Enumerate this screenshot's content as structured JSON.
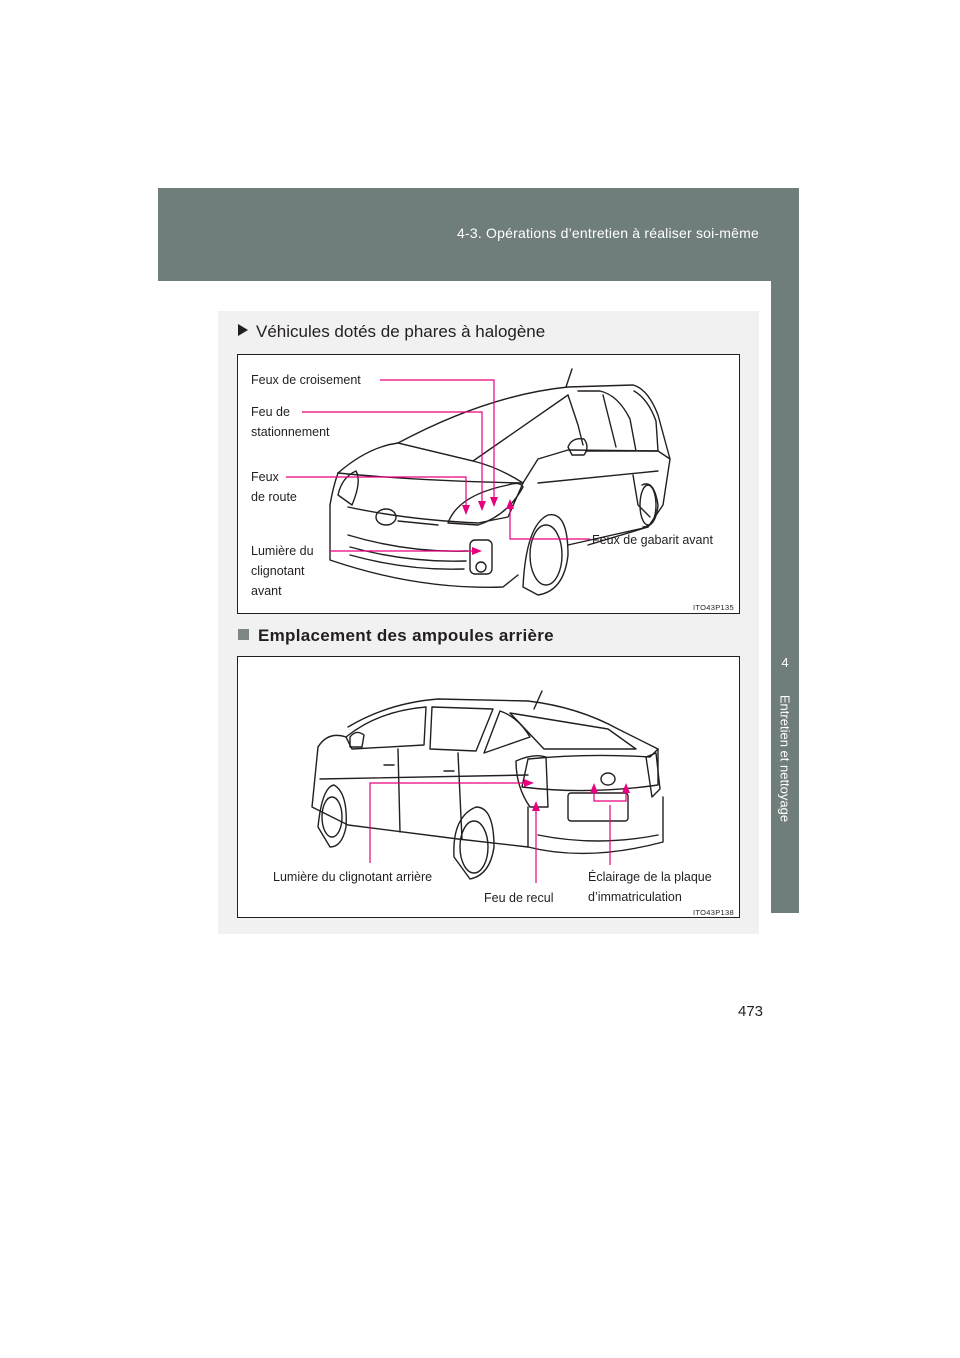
{
  "header": {
    "title": "4-3. Opérations d’entretien à réaliser soi-même"
  },
  "side_tab": {
    "number": "4",
    "label": "Entretien et nettoyage"
  },
  "content": {
    "subheading": "Véhicules dotés de phares à halogène",
    "figure1": {
      "code": "ITO43P135",
      "callouts": [
        "Feux de croisement",
        "Feu de\nstationnement",
        "Feux\nde route",
        "Lumière du\nclignotant\navant",
        "Feux de gabarit avant"
      ]
    },
    "section_heading": "Emplacement des ampoules arrière",
    "figure2": {
      "code": "ITO43P138",
      "callouts": [
        "Lumière du clignotant arrière",
        "Feu de recul",
        "Éclairage de la plaque\nd’immatriculation"
      ]
    }
  },
  "page_number": "473",
  "colors": {
    "header_bg": "#6f7d7b",
    "panel_bg": "#f0f1f0",
    "callout_line": "#e6007e"
  }
}
